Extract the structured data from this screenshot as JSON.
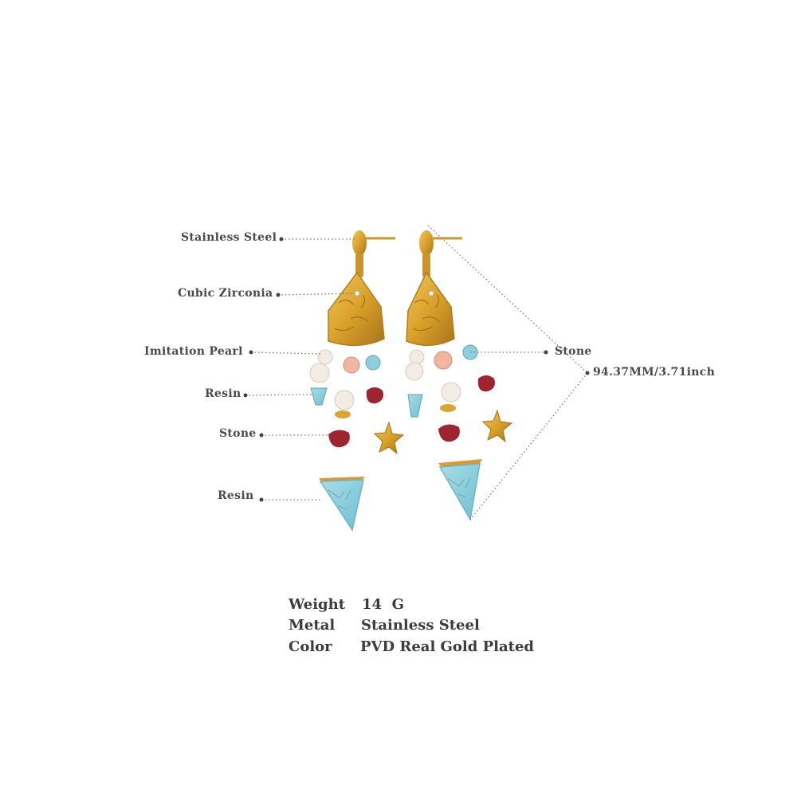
{
  "callouts": {
    "stainless_steel": "Stainless Steel",
    "cubic_zirconia": "Cubic Zirconia",
    "imitation_pearl": "Imitation Pearl",
    "resin_top": "Resin",
    "stone_left": "Stone",
    "resin_bottom": "Resin",
    "stone_right": "Stone",
    "length": "94.37MM/3.71inch"
  },
  "specs": {
    "weight_label": "Weight",
    "weight_value": "14  G",
    "metal_label": "Metal",
    "metal_value": "Stainless Steel",
    "color_label": "Color",
    "color_value": "PVD Real Gold Plated"
  },
  "colors": {
    "gold": "#d9a52e",
    "turquoise": "#8fcfdc",
    "coral_red": "#9e2430",
    "pearl": "#f3ece4",
    "pink": "#f0b6a0"
  }
}
